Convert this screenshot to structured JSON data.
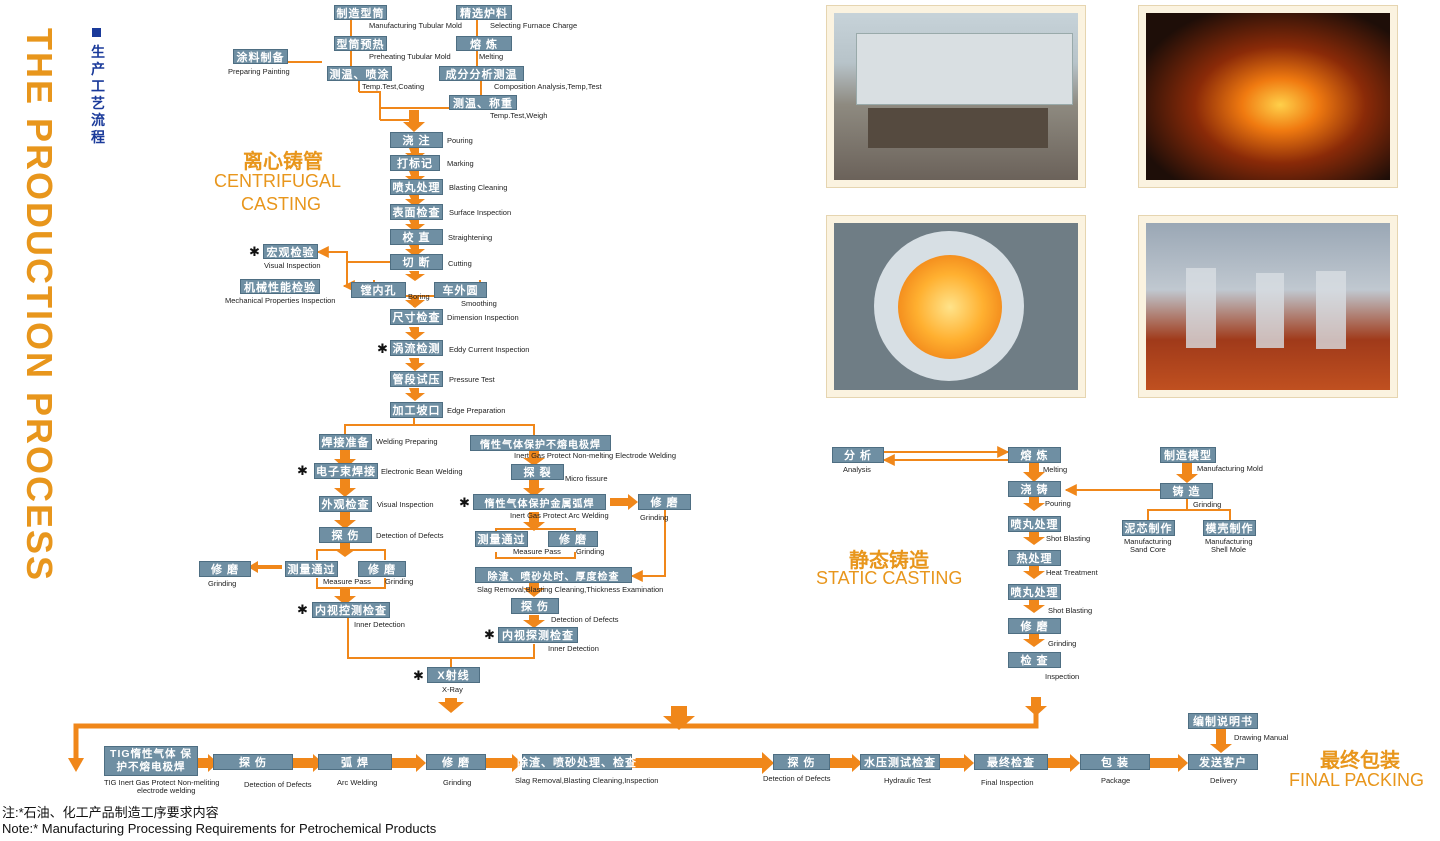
{
  "title": "THE PRODUCTION PROCESS",
  "subtitle_zh": "生产工艺流程",
  "sections": {
    "centrifugal_zh": "离心铸管",
    "centrifugal_en_1": "CENTRIFUGAL",
    "centrifugal_en_2": "CASTING",
    "static_zh": "静态铸造",
    "static_en": "STATIC CASTING",
    "final_zh": "最终包装",
    "final_en": "FINAL PACKING"
  },
  "star": "✱",
  "note": {
    "zh": "注:*石油、化工产品制造工序要求内容",
    "en": "Note:* Manufacturing Processing Requirements for Petrochemical Products"
  },
  "colors": {
    "accent": "#f0871a",
    "box": "#6f8fa3",
    "title": "#e8961c",
    "line": "#f0871a"
  },
  "steps": {
    "c1": {
      "zh": "制造型筒",
      "en": "Manufacturing Tubular Mold"
    },
    "c2": {
      "zh": "精选炉料",
      "en": "Selecting Furnace Charge"
    },
    "c3": {
      "zh": "型筒预热",
      "en": "Preheating Tubular Mold"
    },
    "c4": {
      "zh": "熔 炼",
      "en": "Melting"
    },
    "c5": {
      "zh": "涂料制备",
      "en": "Preparing Painting"
    },
    "c6": {
      "zh": "测温、喷涂",
      "en": "Temp.Test,Coating"
    },
    "c7": {
      "zh": "成分分析测温",
      "en": "Composition Analysis,Temp,Test"
    },
    "c8": {
      "zh": "测温、称重",
      "en": "Temp.Test,Weigh"
    },
    "c9": {
      "zh": "浇 注",
      "en": "Pouring"
    },
    "c10": {
      "zh": "打标记",
      "en": "Marking"
    },
    "c11": {
      "zh": "喷丸处理",
      "en": "Blasting Cleaning"
    },
    "c12": {
      "zh": "表面检查",
      "en": "Surface Inspection"
    },
    "c13": {
      "zh": "校 直",
      "en": "Straightening"
    },
    "c14": {
      "zh": "切 断",
      "en": "Cutting"
    },
    "c15": {
      "zh": "宏观检验",
      "en": "Visual Inspection"
    },
    "c16": {
      "zh": "机械性能检验",
      "en": "Mechanical Properties Inspection"
    },
    "c17": {
      "zh": "镗内孔",
      "en": "Boring"
    },
    "c18": {
      "zh": "车外圆",
      "en": "Smoothing"
    },
    "c19": {
      "zh": "尺寸检查",
      "en": "Dimension Inspection"
    },
    "c20": {
      "zh": "涡流检测",
      "en": "Eddy Current Inspection"
    },
    "c21": {
      "zh": "管段试压",
      "en": "Pressure Test"
    },
    "c22": {
      "zh": "加工坡口",
      "en": "Edge Preparation"
    },
    "c23": {
      "zh": "焊接准备",
      "en": "Welding Preparing"
    },
    "c24": {
      "zh": "惰性气体保护不熔电极焊",
      "en": "Inert Gas Protect Non-melting Electrode Welding"
    },
    "c25": {
      "zh": "电子束焊接",
      "en": "Electronic Bean Welding"
    },
    "c26": {
      "zh": "探 裂",
      "en": "Micro fissure"
    },
    "c27": {
      "zh": "外观检查",
      "en": "Visual Inspection"
    },
    "c28": {
      "zh": "惰性气体保护金属弧焊",
      "en": "Inert Gas Protect Arc Welding"
    },
    "c29": {
      "zh": "修 磨",
      "en": "Grinding"
    },
    "c30": {
      "zh": "探 伤",
      "en": "Detection of Defects"
    },
    "c31": {
      "zh": "测量通过",
      "en": "Measure Pass"
    },
    "c32": {
      "zh": "修 磨",
      "en": "Grinding"
    },
    "c33": {
      "zh": "修 磨",
      "en": "Grinding"
    },
    "c34": {
      "zh": "测量通过",
      "en": "Measure Pass"
    },
    "c35": {
      "zh": "修 磨",
      "en": "Grinding"
    },
    "c36": {
      "zh": "除渣、喷砂处时、厚度检查",
      "en": "Slag Removal,Blasting Cleaning,Thickness Examination"
    },
    "c37": {
      "zh": "内视控测检查",
      "en": "Inner Detection"
    },
    "c38": {
      "zh": "探 伤",
      "en": "Detection of Defects"
    },
    "c39": {
      "zh": "内视探测检查",
      "en": "Inner Detection"
    },
    "c40": {
      "zh": "X射线",
      "en": "X-Ray"
    },
    "s1": {
      "zh": "分 析",
      "en": "Analysis"
    },
    "s2": {
      "zh": "熔 炼",
      "en": "Melting"
    },
    "s3": {
      "zh": "制造模型",
      "en": "Manufacturing Mold"
    },
    "s4": {
      "zh": "浇 铸",
      "en": "Pouring"
    },
    "s5": {
      "zh": "铸 造",
      "en": "Grinding"
    },
    "s6": {
      "zh": "泥芯制作",
      "en": "Manufacturing Sand Core"
    },
    "s7": {
      "zh": "模壳制作",
      "en": "Manufacturing Shell Mole"
    },
    "s8": {
      "zh": "喷丸处理",
      "en": "Shot Blasting"
    },
    "s9": {
      "zh": "热处理",
      "en": "Heat Treatment"
    },
    "s10": {
      "zh": "喷丸处理",
      "en": "Shot Blasting"
    },
    "s11": {
      "zh": "修 磨",
      "en": "Grinding"
    },
    "s12": {
      "zh": "检 查",
      "en": "Inspection"
    },
    "f1": {
      "zh": "TIG惰性气体 保护不熔电极焊",
      "en": "TIG Inert Gas Protect Non-meliting electrode welding"
    },
    "f2": {
      "zh": "探 伤",
      "en": "Detection of Defects"
    },
    "f3": {
      "zh": "弧 焊",
      "en": "Arc Welding"
    },
    "f4": {
      "zh": "修 磨",
      "en": "Grinding"
    },
    "f5": {
      "zh": "除渣、喷砂处理、检查",
      "en": "Slag Removal,Blasting Cleaning,Inspection"
    },
    "f6": {
      "zh": "探 伤",
      "en": "Detection of Defects"
    },
    "f7": {
      "zh": "水压测试检查",
      "en": "Hydraulic Test"
    },
    "f8": {
      "zh": "最终检查",
      "en": "Final Inspection"
    },
    "f9": {
      "zh": "包 装",
      "en": "Package"
    },
    "f10": {
      "zh": "编制说明书",
      "en": "Drawing Manual"
    },
    "f11": {
      "zh": "发送客户",
      "en": "Delivery"
    }
  }
}
